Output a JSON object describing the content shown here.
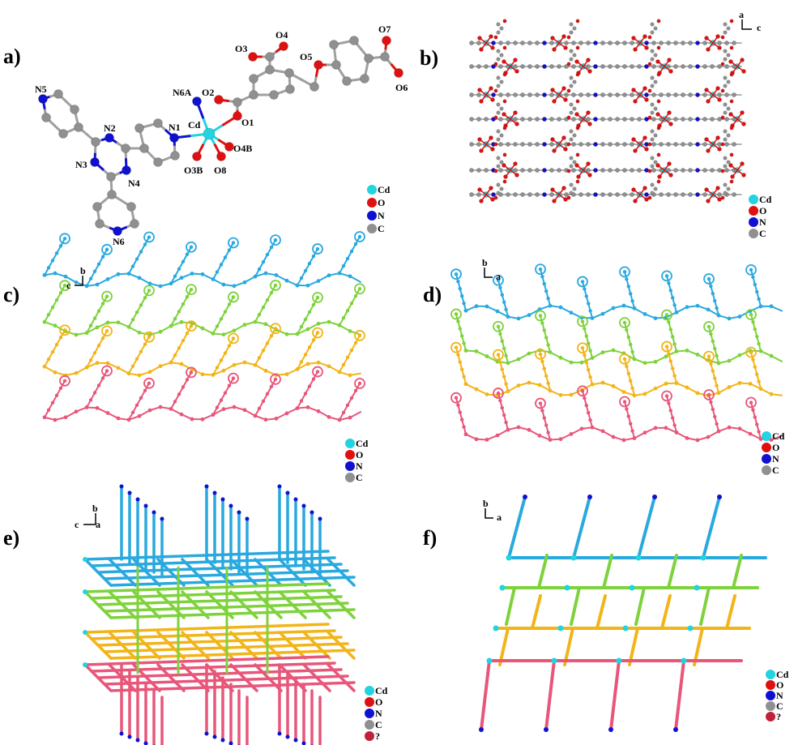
{
  "figure": {
    "panels": [
      {
        "id": "a",
        "label": "a)"
      },
      {
        "id": "b",
        "label": "b)",
        "axes": [
          "a",
          "c"
        ]
      },
      {
        "id": "c",
        "label": "c)",
        "axes": [
          "b",
          "c"
        ]
      },
      {
        "id": "d",
        "label": "d)",
        "axes": [
          "b",
          "a"
        ]
      },
      {
        "id": "e",
        "label": "e)",
        "axes": [
          "b",
          "c",
          "a"
        ]
      },
      {
        "id": "f",
        "label": "f)",
        "axes": [
          "b",
          "a"
        ]
      }
    ],
    "atom_labels": {
      "N5": "N5",
      "N2": "N2",
      "N3": "N3",
      "N4": "N4",
      "N6": "N6",
      "N1": "N1",
      "N6A": "N6A",
      "O2": "O2",
      "Cd": "Cd",
      "O1": "O1",
      "O4B": "O4B",
      "O3B": "O3B",
      "O8": "O8",
      "O3": "O3",
      "O4": "O4",
      "O5": "O5",
      "O7": "O7",
      "O6": "O6"
    },
    "legend": [
      {
        "label": "Cd",
        "color": "#22d3e0"
      },
      {
        "label": "O",
        "color": "#e01010"
      },
      {
        "label": "N",
        "color": "#1010d0"
      },
      {
        "label": "C",
        "color": "#909090"
      },
      {
        "label": "?",
        "color": "#c0203a"
      }
    ],
    "layer_colors": {
      "blue": "#29a9df",
      "green": "#7ed23c",
      "yellow": "#f2b418",
      "pink": "#e8567a"
    }
  }
}
